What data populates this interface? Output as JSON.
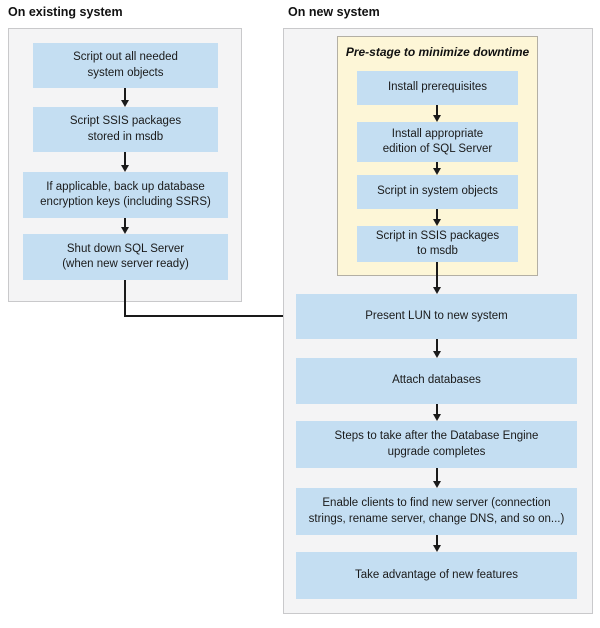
{
  "colors": {
    "box_blue": "#c4def2",
    "prestage_yellow": "#fdf6d7",
    "prestage_border": "#b3afa4",
    "panel_fill": "#f4f4f5",
    "panel_border": "#c9c9cb",
    "arrow": "#1a1a1a",
    "text": "#1a1a1a"
  },
  "left": {
    "title": "On existing system",
    "steps": [
      "Script out all needed\nsystem objects",
      "Script SSIS packages\nstored in msdb",
      "If applicable, back up database\nencryption keys (including SSRS)",
      "Shut down SQL Server\n(when new server ready)"
    ]
  },
  "right": {
    "title": "On new system",
    "prestage": {
      "title": "Pre-stage to minimize downtime",
      "steps": [
        "Install prerequisites",
        "Install appropriate\nedition of SQL Server",
        "Script in system objects",
        "Script in SSIS packages\nto msdb"
      ]
    },
    "steps": [
      "Present LUN to new system",
      "Attach databases",
      "Steps to take after the Database Engine\nupgrade completes",
      "Enable clients to find new server (connection\nstrings, rename server, change DNS, and so on...)",
      "Take advantage of new features"
    ]
  }
}
